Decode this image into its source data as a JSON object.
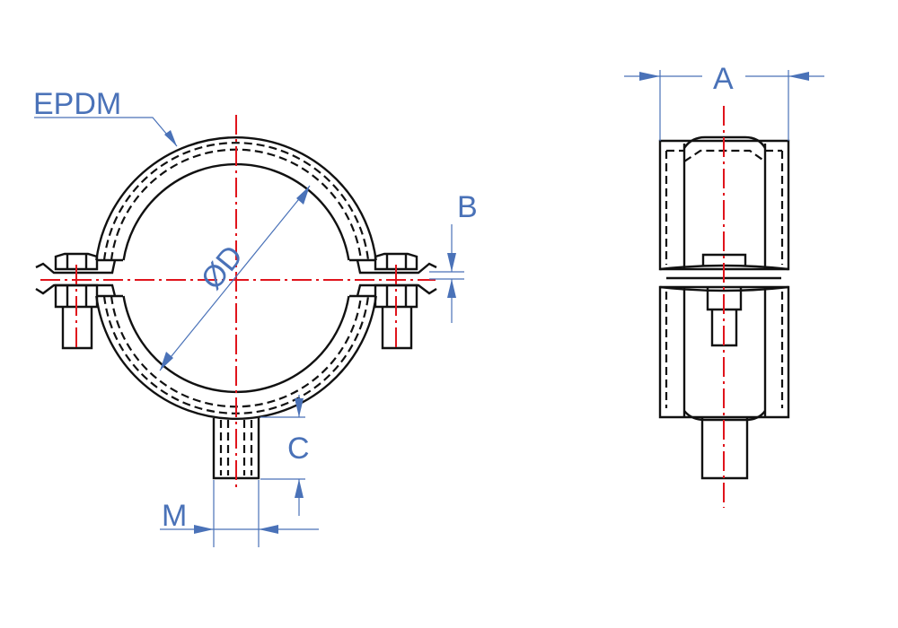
{
  "labels": {
    "material": "EPDM",
    "width": "A",
    "thickness": "B",
    "height": "C",
    "thread": "M",
    "diameter": "ØD"
  },
  "colors": {
    "outline": "#111111",
    "centerline": "#e0141c",
    "dimension": "#4a72b8"
  }
}
